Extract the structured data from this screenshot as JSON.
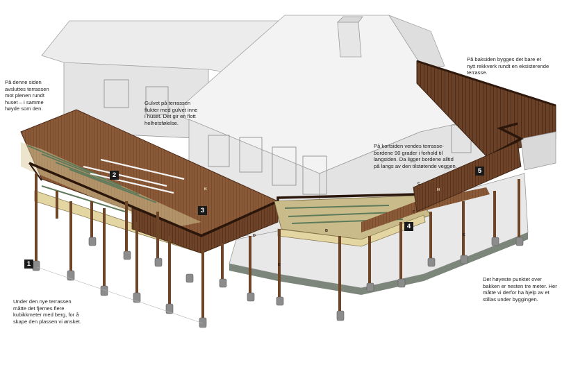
{
  "notes": {
    "left_side": "På denne siden avsluttes terrassen mot plenen rundt huset – i samme høyde som den.",
    "floor_level": "Gulvet på terrassen flukter med gulvet inne i huset. Det gir en flott helhetsfølelse.",
    "back_side": "På baksiden bygges det bare et nytt rekkverk rundt en eksisterende terrasse.",
    "short_side": "På kortsiden vendes terrasse-bordene 90 grader i forhold til langsiden. Da ligger bordene alltid på langs av den tilstøtende veggen.",
    "under_terrace": "Under den nye terrassen måtte det fjernes flere kubikkmeter med berg, for å skape den plassen vi ønsket.",
    "highest_point": "Det høyeste punktet over bakken er nesten tre meter. Her måtte vi derfor ha hjelp av et stillas under byggingen."
  },
  "badges": {
    "b1": "1",
    "b2": "2",
    "b3": "3",
    "b4": "4",
    "b5": "5"
  },
  "letters": {
    "K": "K",
    "H": "H",
    "B": "B",
    "D": "D",
    "E1": "E",
    "E2": "E",
    "C": "C",
    "F": "F"
  }
}
